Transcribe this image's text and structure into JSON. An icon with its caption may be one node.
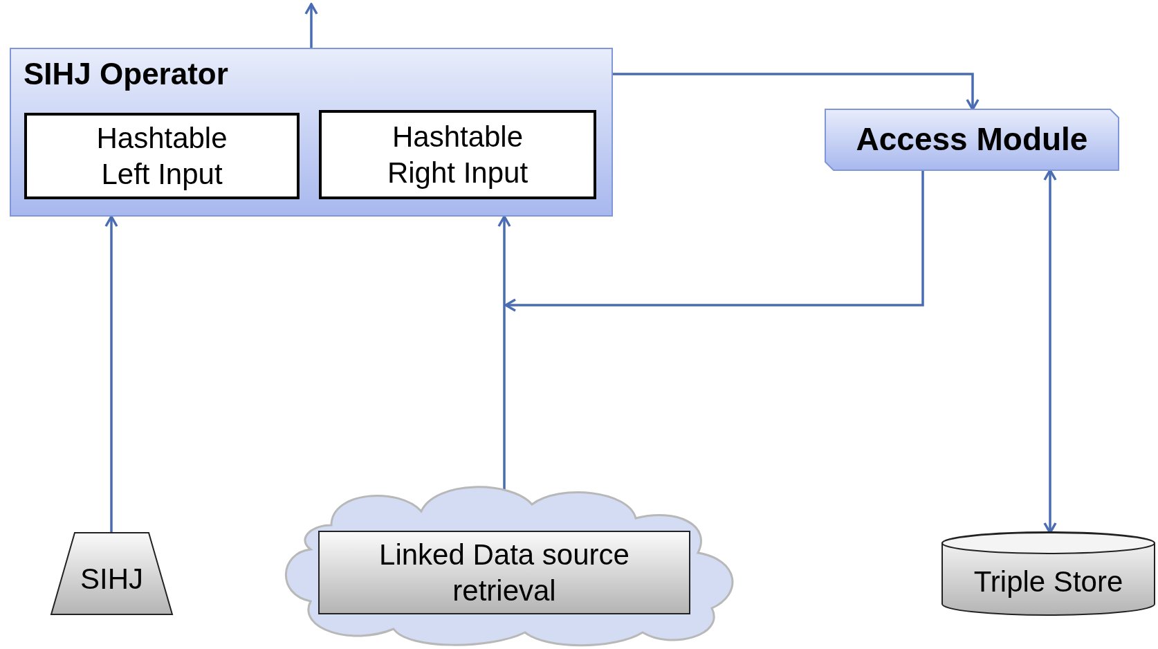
{
  "diagram": {
    "nodes": [
      {
        "text": [
          "SIHJ Operator"
        ]
      },
      {
        "text": [
          "Hashtable Left Input"
        ],
        "in": 0
      },
      {
        "text": [
          "Hashtable Right Input"
        ],
        "in": 0
      },
      {
        "text": [
          "Access Module"
        ]
      },
      {
        "text": [
          "SIHJ"
        ]
      },
      {
        "text": [],
        "shape": "cloud"
      },
      {
        "text": [
          "Linked Data source retrieval"
        ],
        "in": 5
      },
      {
        "text": [
          "Triple Store"
        ]
      }
    ],
    "edges": [
      {
        "from": 0,
        "to": null,
        "arrow": "to"
      },
      {
        "from": 0,
        "to": 3,
        "arrow": "to"
      },
      {
        "from": 4,
        "to": 0,
        "arrow": "to"
      },
      {
        "from": 6,
        "to": 0,
        "arrow": "to"
      },
      {
        "from": 3,
        "to": 0,
        "arrow": "to"
      },
      {
        "from": 3,
        "to": 7,
        "arrow": "both"
      }
    ]
  }
}
